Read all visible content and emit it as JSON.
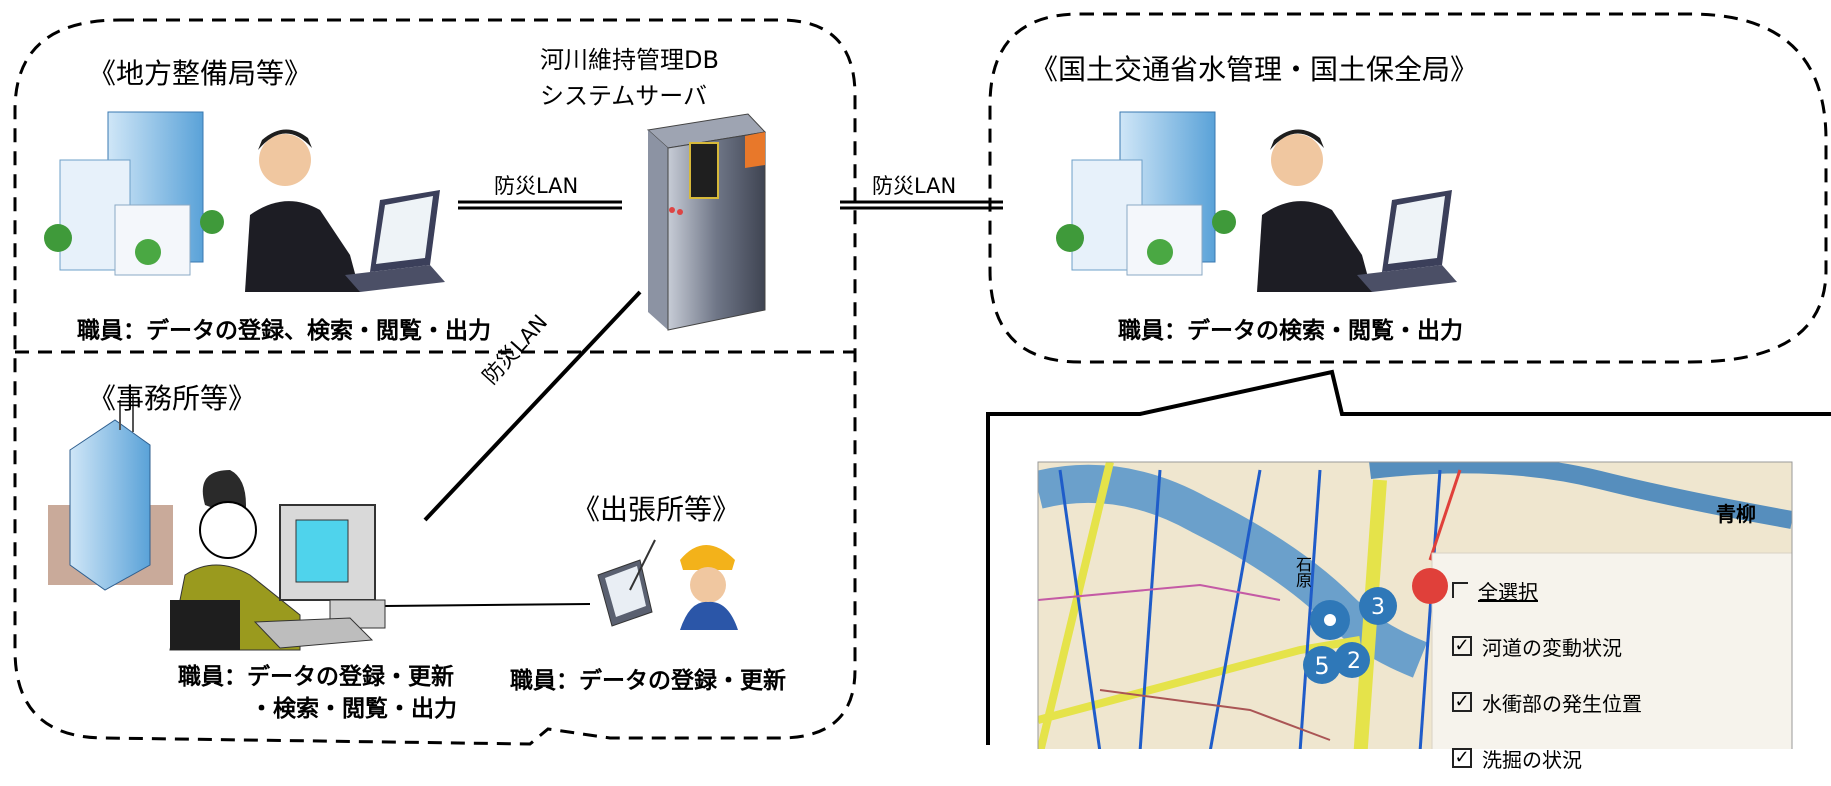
{
  "left_box": {
    "regional_title": "《地方整備局等》",
    "regional_staff": "職員：データの登録、検索・閲覧・出力",
    "office_title": "《事務所等》",
    "office_staff_line1": "職員：データの登録・更新",
    "office_staff_line2": "・検索・閲覧・出力",
    "branch_title": "《出張所等》",
    "branch_staff": "職員：データの登録・更新"
  },
  "server": {
    "label_line1": "河川維持管理DB",
    "label_line2": "システムサーバ"
  },
  "links": {
    "lan_left": "防災LAN",
    "lan_right": "防災LAN",
    "lan_diagonal": "防災LAN"
  },
  "right_box": {
    "title": "《国土交通省水管理・国土保全局》",
    "staff": "職員：データの検索・閲覧・出力"
  },
  "map": {
    "map_labels": [
      "青柳",
      "石原"
    ],
    "markers": [
      "3",
      "5",
      "2"
    ],
    "checkbox_items": [
      {
        "label": "全選択",
        "checked": false
      },
      {
        "label": "河道の変動状況",
        "checked": true
      },
      {
        "label": "水衝部の発生位置",
        "checked": true
      },
      {
        "label": "洗掘の状況",
        "checked": true
      }
    ]
  },
  "colors": {
    "marker_blue": "#2f78b8",
    "marker_red": "#e0403a",
    "river_blue": "#4a8ec9",
    "road_yellow": "#e5e34a",
    "map_bg": "#efe6cf"
  }
}
